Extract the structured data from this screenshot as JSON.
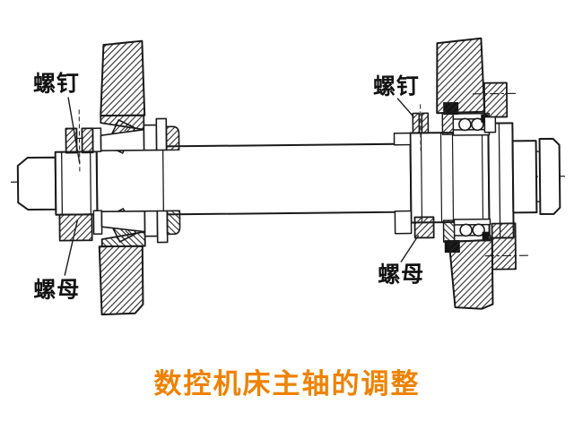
{
  "diagram": {
    "title": "spindle-cross-section-drawing",
    "labels": {
      "screw_left": "螺钉",
      "screw_right": "螺钉",
      "nut_left": "螺母",
      "nut_right": "螺母"
    },
    "caption": "数控机床主轴的调整",
    "colors": {
      "caption_orange": "#EF8200",
      "line_black": "#1a1a1a",
      "background": "#ffffff"
    }
  }
}
